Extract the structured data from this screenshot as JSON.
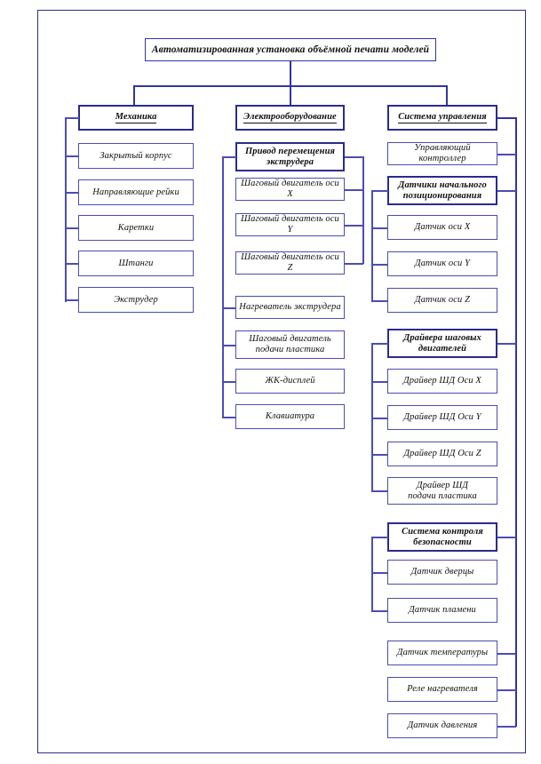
{
  "diagram": {
    "type": "block-hierarchy",
    "language": "ru",
    "root": {
      "label": "Автоматизированная установка объёмной печати моделей"
    },
    "columns": [
      {
        "id": "mechanics",
        "head": "Механика",
        "items": [
          "Закрытый корпус",
          "Направляющие рейки",
          "Каретки",
          "Штанги",
          "Экструдер"
        ]
      },
      {
        "id": "electrical",
        "head": "Электрооборудование",
        "groups": [
          {
            "id": "extruder-drive",
            "head_line1": "Привод перемещения",
            "head_line2": "экструдера",
            "items": [
              "Шаговый двигатель оси X",
              "Шаговый двигатель оси Y",
              "Шаговый двигатель оси Z"
            ]
          }
        ],
        "items": [
          "Нагреватель экструдера",
          {
            "line1": "Шаговый двигатель",
            "line2": "подачи пластика"
          },
          "ЖК-дисплей",
          "Клавиатура"
        ]
      },
      {
        "id": "control-system",
        "head": "Система управления",
        "items_top": [
          "Управляющий контроллер"
        ],
        "groups": [
          {
            "id": "homing-sensors",
            "head_line1": "Датчики начального",
            "head_line2": "позиционирования",
            "items": [
              "Датчик оси X",
              "Датчик оси Y",
              "Датчик оси Z"
            ]
          },
          {
            "id": "stepper-drivers",
            "head_line1": "Драйвера шаговых",
            "head_line2": "двигателей",
            "items": [
              "Драйвер ШД Оси X",
              "Драйвер ШД Оси Y",
              "Драйвер ШД Оси Z",
              {
                "line1": "Драйвер ШД",
                "line2": "подачи пластика"
              }
            ]
          },
          {
            "id": "safety-system",
            "head_line1": "Система контроля",
            "head_line2": "безопасности",
            "items": [
              "Датчик дверцы",
              "Датчик пламени"
            ]
          }
        ],
        "items_bottom": [
          "Датчик температуры",
          "Реле нагревателя",
          "Датчик давления"
        ]
      }
    ],
    "colors": {
      "frame_border": "#2b2b8f",
      "node_border": "#4c4cb4",
      "group_header_border": "#2b2b8f",
      "connector": "#4c4cb4",
      "text": "#101010",
      "background": "#ffffff"
    }
  }
}
